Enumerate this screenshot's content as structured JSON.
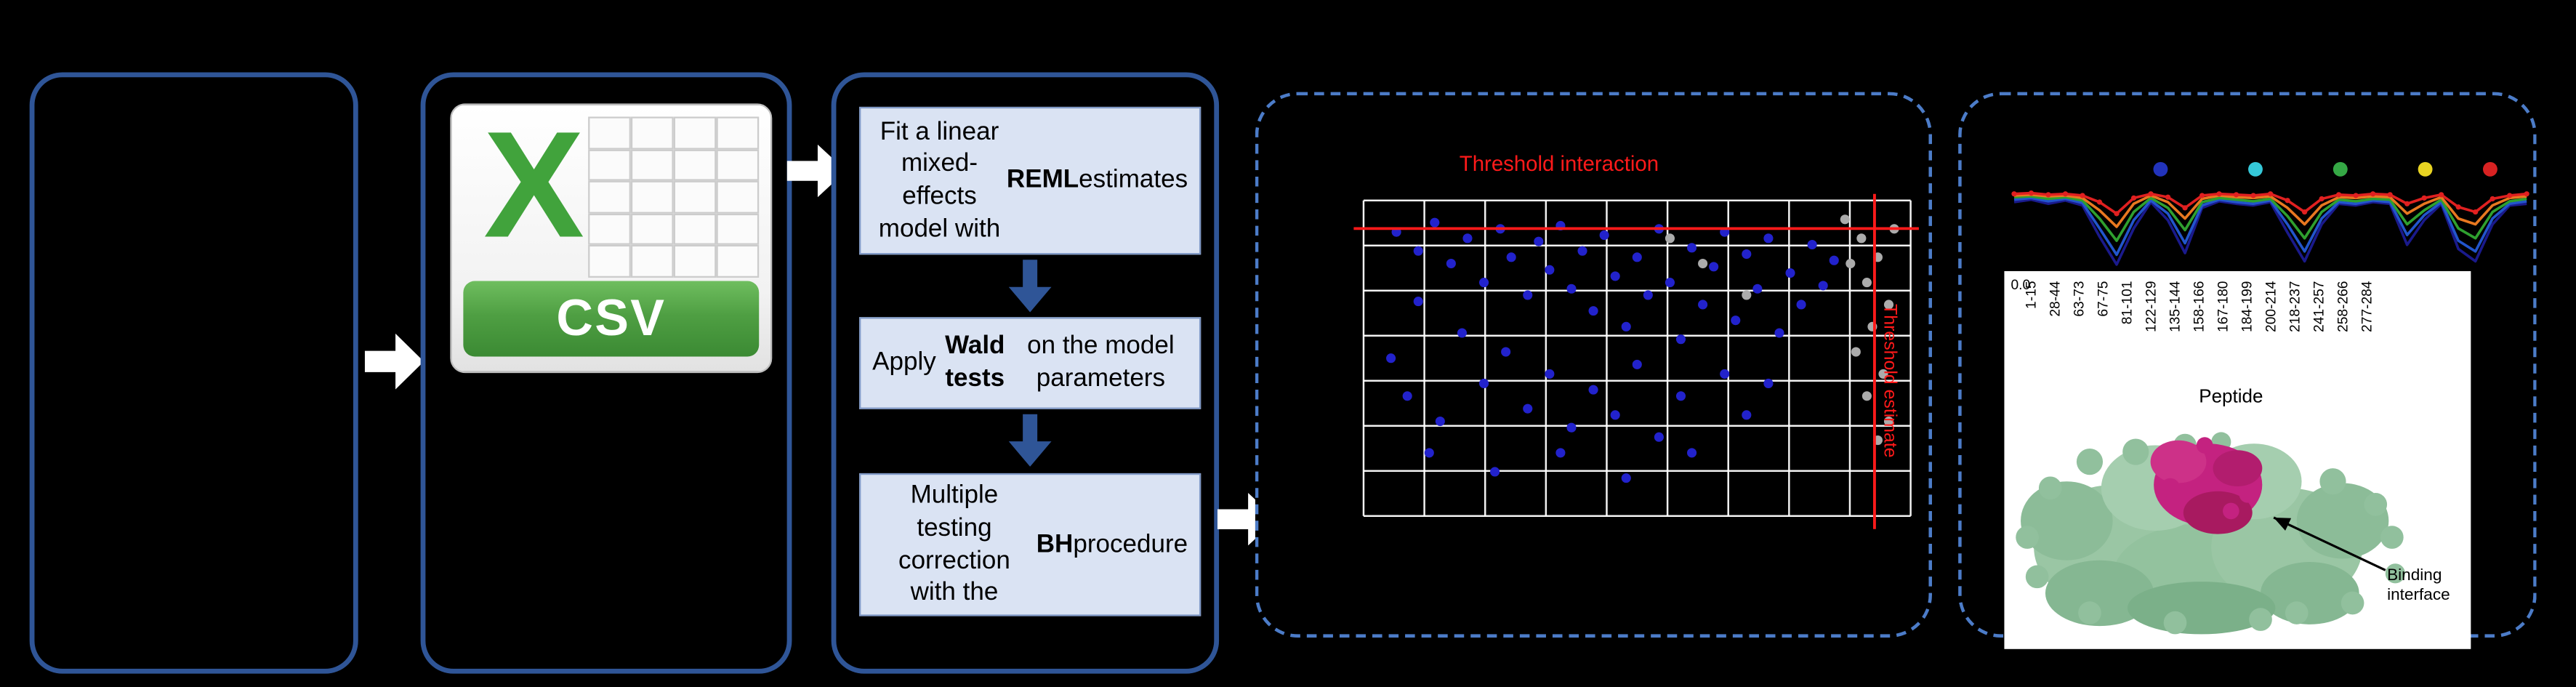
{
  "colors": {
    "panel_border": "#2F5597",
    "dashed_border": "#4C7CC8",
    "box_fill": "#DAE3F3",
    "box_border": "#8099C6",
    "flow_arrow": "#FFFFFF",
    "down_arrow": "#2F5597",
    "grid_white": "#FFFFFF",
    "scatter_blue": "#2222CC",
    "scatter_gray": "#ABABAB",
    "threshold_red": "#FF1A1A",
    "csv_green": "#41A33C",
    "protein_green": "#9AC6A4",
    "protein_magenta": "#C42280"
  },
  "csv": {
    "x_label": "X",
    "label": "CSV"
  },
  "steps": [
    {
      "segments": [
        {
          "t": "Fit a linear mixed-effects model with ",
          "b": false
        },
        {
          "t": "REML",
          "b": true
        },
        {
          "t": " estimates",
          "b": false
        }
      ]
    },
    {
      "segments": [
        {
          "t": "Apply ",
          "b": false
        },
        {
          "t": "Wald tests",
          "b": true
        },
        {
          "t": " on the model parameters",
          "b": false
        }
      ]
    },
    {
      "segments": [
        {
          "t": "Multiple testing correction\nwith the ",
          "b": false
        },
        {
          "t": "BH",
          "b": true
        },
        {
          "t": " procedure",
          "b": false
        }
      ]
    }
  ],
  "scatter": {
    "type": "scatter",
    "title": "Threshold interaction",
    "right_label": "Threshold estimate",
    "h_threshold": 0.089,
    "v_threshold": 0.934,
    "blue_points": [
      [
        0.06,
        0.1
      ],
      [
        0.1,
        0.16
      ],
      [
        0.13,
        0.07
      ],
      [
        0.16,
        0.2
      ],
      [
        0.19,
        0.12
      ],
      [
        0.22,
        0.26
      ],
      [
        0.25,
        0.09
      ],
      [
        0.27,
        0.18
      ],
      [
        0.3,
        0.3
      ],
      [
        0.32,
        0.13
      ],
      [
        0.34,
        0.22
      ],
      [
        0.36,
        0.08
      ],
      [
        0.38,
        0.28
      ],
      [
        0.4,
        0.16
      ],
      [
        0.42,
        0.35
      ],
      [
        0.44,
        0.11
      ],
      [
        0.46,
        0.24
      ],
      [
        0.48,
        0.4
      ],
      [
        0.5,
        0.18
      ],
      [
        0.52,
        0.3
      ],
      [
        0.54,
        0.09
      ],
      [
        0.56,
        0.26
      ],
      [
        0.58,
        0.44
      ],
      [
        0.6,
        0.15
      ],
      [
        0.62,
        0.33
      ],
      [
        0.64,
        0.21
      ],
      [
        0.66,
        0.1
      ],
      [
        0.68,
        0.38
      ],
      [
        0.7,
        0.17
      ],
      [
        0.72,
        0.28
      ],
      [
        0.74,
        0.12
      ],
      [
        0.76,
        0.42
      ],
      [
        0.78,
        0.23
      ],
      [
        0.8,
        0.33
      ],
      [
        0.82,
        0.14
      ],
      [
        0.84,
        0.27
      ],
      [
        0.86,
        0.19
      ],
      [
        0.1,
        0.32
      ],
      [
        0.18,
        0.42
      ],
      [
        0.26,
        0.48
      ],
      [
        0.34,
        0.55
      ],
      [
        0.42,
        0.6
      ],
      [
        0.5,
        0.52
      ],
      [
        0.58,
        0.62
      ],
      [
        0.66,
        0.55
      ],
      [
        0.74,
        0.58
      ],
      [
        0.3,
        0.66
      ],
      [
        0.38,
        0.72
      ],
      [
        0.46,
        0.68
      ],
      [
        0.54,
        0.75
      ],
      [
        0.22,
        0.58
      ],
      [
        0.14,
        0.7
      ],
      [
        0.12,
        0.8
      ],
      [
        0.24,
        0.86
      ],
      [
        0.36,
        0.8
      ],
      [
        0.48,
        0.88
      ],
      [
        0.6,
        0.8
      ],
      [
        0.7,
        0.68
      ],
      [
        0.05,
        0.5
      ],
      [
        0.08,
        0.62
      ]
    ],
    "gray_points": [
      [
        0.56,
        0.12
      ],
      [
        0.62,
        0.2
      ],
      [
        0.7,
        0.3
      ],
      [
        0.88,
        0.06
      ],
      [
        0.91,
        0.12
      ],
      [
        0.94,
        0.18
      ],
      [
        0.92,
        0.26
      ],
      [
        0.96,
        0.33
      ],
      [
        0.93,
        0.4
      ],
      [
        0.9,
        0.48
      ],
      [
        0.95,
        0.55
      ],
      [
        0.92,
        0.62
      ],
      [
        0.96,
        0.7
      ],
      [
        0.89,
        0.2
      ],
      [
        0.97,
        0.09
      ],
      [
        0.94,
        0.76
      ]
    ]
  },
  "peptide_plot": {
    "type": "line",
    "y_tick": "0.0",
    "x_label": "Peptide",
    "ticks": [
      "1-15",
      "28-44",
      "63-73",
      "67-75",
      "81-101",
      "122-129",
      "135-144",
      "158-166",
      "167-180",
      "184-199",
      "200-214",
      "218-237",
      "241-257",
      "258-266",
      "277-284"
    ],
    "legend_colors": [
      "#2233BB",
      "#35C8D8",
      "#35A845",
      "#E8D322",
      "#D82222"
    ],
    "legend_dot_positions": [
      0.28,
      0.47,
      0.64,
      0.81,
      0.94
    ],
    "series": [
      {
        "color": "#1A1A8C",
        "values": [
          0.82,
          0.85,
          0.8,
          0.84,
          0.78,
          0.4,
          0.06,
          0.5,
          0.82,
          0.6,
          0.2,
          0.75,
          0.83,
          0.8,
          0.78,
          0.82,
          0.45,
          0.1,
          0.55,
          0.8,
          0.78,
          0.82,
          0.8,
          0.3,
          0.6,
          0.8,
          0.25,
          0.1,
          0.55,
          0.78,
          0.8
        ]
      },
      {
        "color": "#2255CC",
        "values": [
          0.85,
          0.87,
          0.83,
          0.86,
          0.81,
          0.5,
          0.18,
          0.6,
          0.84,
          0.68,
          0.32,
          0.78,
          0.85,
          0.82,
          0.8,
          0.84,
          0.55,
          0.22,
          0.62,
          0.82,
          0.8,
          0.84,
          0.82,
          0.42,
          0.66,
          0.82,
          0.35,
          0.22,
          0.62,
          0.8,
          0.83
        ]
      },
      {
        "color": "#2FA02F",
        "values": [
          0.88,
          0.89,
          0.86,
          0.88,
          0.84,
          0.62,
          0.35,
          0.7,
          0.87,
          0.75,
          0.48,
          0.82,
          0.87,
          0.85,
          0.83,
          0.86,
          0.65,
          0.38,
          0.7,
          0.85,
          0.83,
          0.86,
          0.85,
          0.55,
          0.72,
          0.85,
          0.5,
          0.38,
          0.7,
          0.83,
          0.86
        ]
      },
      {
        "color": "#E87820",
        "values": [
          0.9,
          0.91,
          0.89,
          0.9,
          0.87,
          0.72,
          0.52,
          0.8,
          0.9,
          0.82,
          0.62,
          0.86,
          0.9,
          0.88,
          0.87,
          0.89,
          0.75,
          0.55,
          0.78,
          0.88,
          0.87,
          0.89,
          0.88,
          0.68,
          0.8,
          0.88,
          0.62,
          0.55,
          0.78,
          0.87,
          0.89
        ]
      },
      {
        "color": "#E02020",
        "values": [
          0.92,
          0.93,
          0.91,
          0.92,
          0.9,
          0.82,
          0.68,
          0.87,
          0.92,
          0.88,
          0.75,
          0.9,
          0.92,
          0.91,
          0.9,
          0.92,
          0.84,
          0.7,
          0.86,
          0.91,
          0.9,
          0.92,
          0.91,
          0.8,
          0.87,
          0.91,
          0.76,
          0.7,
          0.86,
          0.9,
          0.92
        ]
      }
    ]
  },
  "protein": {
    "annotation_line1": "Binding",
    "annotation_line2": "interface"
  }
}
